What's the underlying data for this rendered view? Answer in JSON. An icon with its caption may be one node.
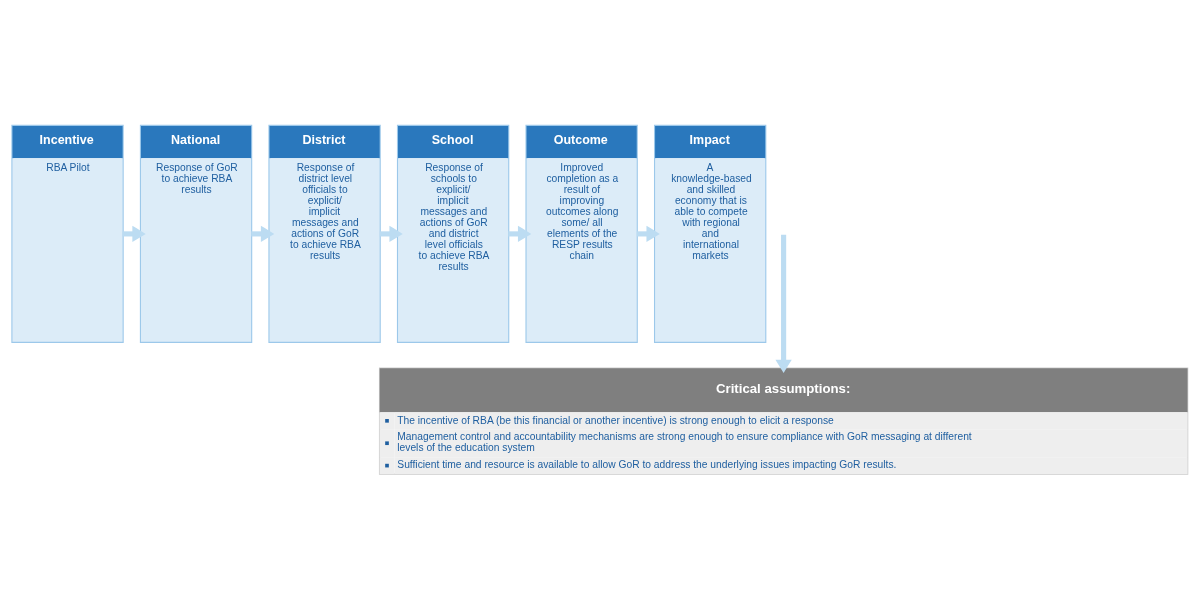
{
  "diagram": {
    "nodes": [
      {
        "text": [
          "Incentive",
          "RBA Pilot"
        ]
      },
      {
        "text": [
          "National",
          "Response of GoR to achieve RBA results"
        ]
      },
      {
        "text": [
          "District",
          "Response of district level officials to explicit/ implicit messages and actions of GoR to achieve RBA results"
        ]
      },
      {
        "text": [
          "School",
          "Response of schools to explicit/ implicit messages and actions of GoR and district level officials to achieve RBA results"
        ]
      },
      {
        "text": [
          "Outcome",
          "Improved completion as a result of improving outcomes along some/ all elements of the RESP results chain"
        ]
      },
      {
        "text": [
          "Impact",
          "A knowledge-based and skilled economy that is able to compete with regional and international markets"
        ]
      },
      {
        "text": [
          "Critical assumptions:",
          "The incentive of RBA (be this financial or another incentive) is strong enough to elicit a response",
          "Management control and accountability mechanisms are strong enough to ensure compliance with GoR messaging at different levels of the education system",
          "Sufficient time and resource is available to allow GoR to address the underlying issues impacting GoR results."
        ]
      }
    ],
    "edges": [
      {
        "from": 0,
        "to": 1,
        "arrow": "to"
      },
      {
        "from": 1,
        "to": 2,
        "arrow": "to"
      },
      {
        "from": 2,
        "to": 3,
        "arrow": "to"
      },
      {
        "from": 3,
        "to": 4,
        "arrow": "to"
      },
      {
        "from": 4,
        "to": 5,
        "arrow": "to"
      },
      {
        "from": null,
        "to": 6,
        "arrow": "to"
      }
    ]
  }
}
